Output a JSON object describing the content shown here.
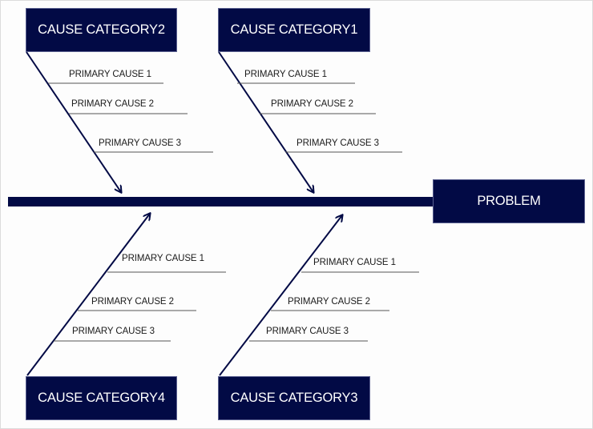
{
  "problem": {
    "label": "PROBLEM"
  },
  "colors": {
    "primary": "#020a45",
    "branch_line": "#555555",
    "text": "#1a1a1a"
  },
  "categories": [
    {
      "id": "cat2",
      "label": "CAUSE CATEGORY2",
      "position": "top-left",
      "causes": [
        "PRIMARY CAUSE 1",
        "PRIMARY CAUSE 2",
        "PRIMARY CAUSE 3"
      ]
    },
    {
      "id": "cat1",
      "label": "CAUSE CATEGORY1",
      "position": "top-right",
      "causes": [
        "PRIMARY CAUSE 1",
        "PRIMARY CAUSE 2",
        "PRIMARY CAUSE 3"
      ]
    },
    {
      "id": "cat4",
      "label": "CAUSE CATEGORY4",
      "position": "bottom-left",
      "causes": [
        "PRIMARY CAUSE 1",
        "PRIMARY CAUSE 2",
        "PRIMARY CAUSE 3"
      ]
    },
    {
      "id": "cat3",
      "label": "CAUSE CATEGORY3",
      "position": "bottom-right",
      "causes": [
        "PRIMARY CAUSE 1",
        "PRIMARY CAUSE 2",
        "PRIMARY CAUSE 3"
      ]
    }
  ]
}
